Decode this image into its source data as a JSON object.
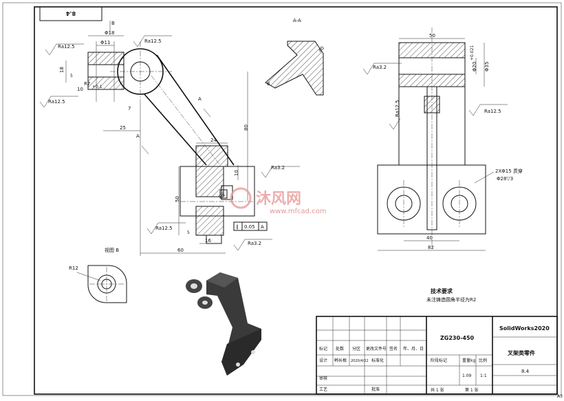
{
  "corner_box": {
    "text": "8.4"
  },
  "section_a": {
    "label": "A-A",
    "dim_40": "40",
    "dim_8": "8"
  },
  "view_a_label": "A",
  "view_b_arrow": "B",
  "view_b": {
    "label": "视图 B",
    "r12": "R12"
  },
  "front_view": {
    "d18": "Φ18",
    "d11": "Φ11",
    "dim_18": "18",
    "dim_5": "5",
    "dim_10": "10",
    "dim_7": "7",
    "dim_25": "25",
    "dim_80": "80",
    "dim_24": "24",
    "dim_10b": "10",
    "dim_50": "50",
    "dim_16": "16",
    "dim_5b": "5",
    "dim_60": "60",
    "tol_plus": "+0.1",
    "r7": "R7",
    "ra_top": "Ra12.5",
    "ra_left": "Ra12.5",
    "ra_left2": "Ra12.5",
    "ra_32": "Ra3.2",
    "ra_bottom": "Ra12.5",
    "ra_32b": "Ra3.2",
    "tol_box": {
      "sym": "∥",
      "val": "0.05",
      "ref": "A"
    },
    "datum": "A"
  },
  "side_view": {
    "dim_50": "50",
    "dim_20": "Φ20",
    "dim_20tol": "+0.021",
    "dim_35": "Φ35",
    "ra_32": "Ra3.2",
    "ra_125": "Ra12.5",
    "ra_125b": "Ra12.5",
    "holes": "2XΦ15 贯穿",
    "cbore": "Φ28▽3",
    "dim_40": "40",
    "dim_82": "82"
  },
  "tech_req": {
    "title": "技术要求",
    "line1": "未注铸造圆角半径为R2"
  },
  "watermark": {
    "brand": "沐风网",
    "url": "www.mfcad.com"
  },
  "title_block": {
    "drawing_no": "ZG230-450",
    "software": "SolidWorks2020",
    "part_name": "叉架类零件",
    "scale_value": "8.4",
    "row_labels": [
      "标记",
      "处数",
      "分区",
      "更改文件号",
      "签名",
      "年、月、日"
    ],
    "design_label": "设计",
    "designer": "韩长根",
    "design_date": "2020/4/22",
    "std_label": "标准化",
    "stage_label": "阶段标记",
    "weight_label": "重量kg",
    "ratio_label": "比例",
    "weight_value": "1.09",
    "ratio_value": "1:1",
    "review_label": "审核",
    "craft_label": "工艺",
    "approve_label": "批准",
    "sheets_text": "共 1 张",
    "sheet_text": "第 1 张"
  },
  "sheet_size": "A3"
}
